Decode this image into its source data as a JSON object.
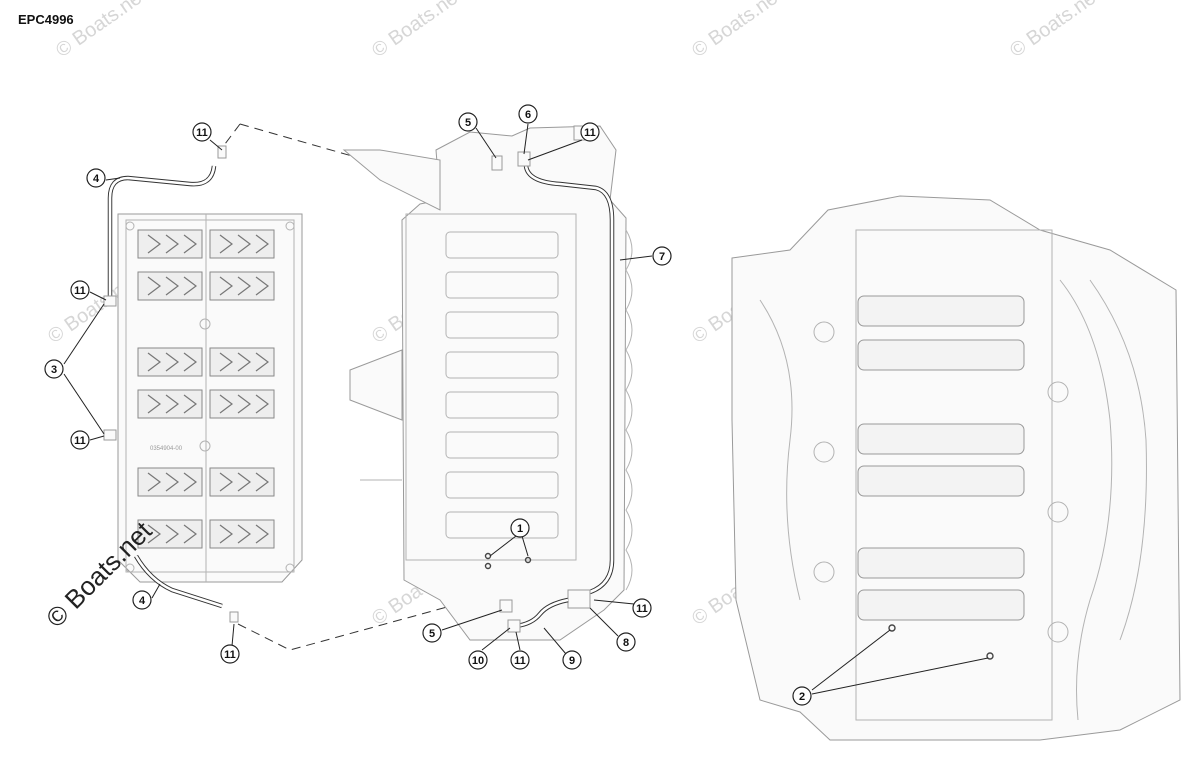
{
  "doc_code": "EPC4996",
  "watermark_text": "© Boats.net",
  "plate_label": "0354904-00",
  "callouts": [
    {
      "id": "c-11-a",
      "label": "11"
    },
    {
      "id": "c-4-a",
      "label": "4"
    },
    {
      "id": "c-11-b",
      "label": "11"
    },
    {
      "id": "c-3",
      "label": "3"
    },
    {
      "id": "c-11-c",
      "label": "11"
    },
    {
      "id": "c-4-b",
      "label": "4"
    },
    {
      "id": "c-11-d",
      "label": "11"
    },
    {
      "id": "c-5-a",
      "label": "5"
    },
    {
      "id": "c-6",
      "label": "6"
    },
    {
      "id": "c-11-e",
      "label": "11"
    },
    {
      "id": "c-7",
      "label": "7"
    },
    {
      "id": "c-1",
      "label": "1"
    },
    {
      "id": "c-5-b",
      "label": "5"
    },
    {
      "id": "c-10",
      "label": "10"
    },
    {
      "id": "c-11-f",
      "label": "11"
    },
    {
      "id": "c-9",
      "label": "9"
    },
    {
      "id": "c-8",
      "label": "8"
    },
    {
      "id": "c-11-g",
      "label": "11"
    },
    {
      "id": "c-2",
      "label": "2"
    }
  ]
}
